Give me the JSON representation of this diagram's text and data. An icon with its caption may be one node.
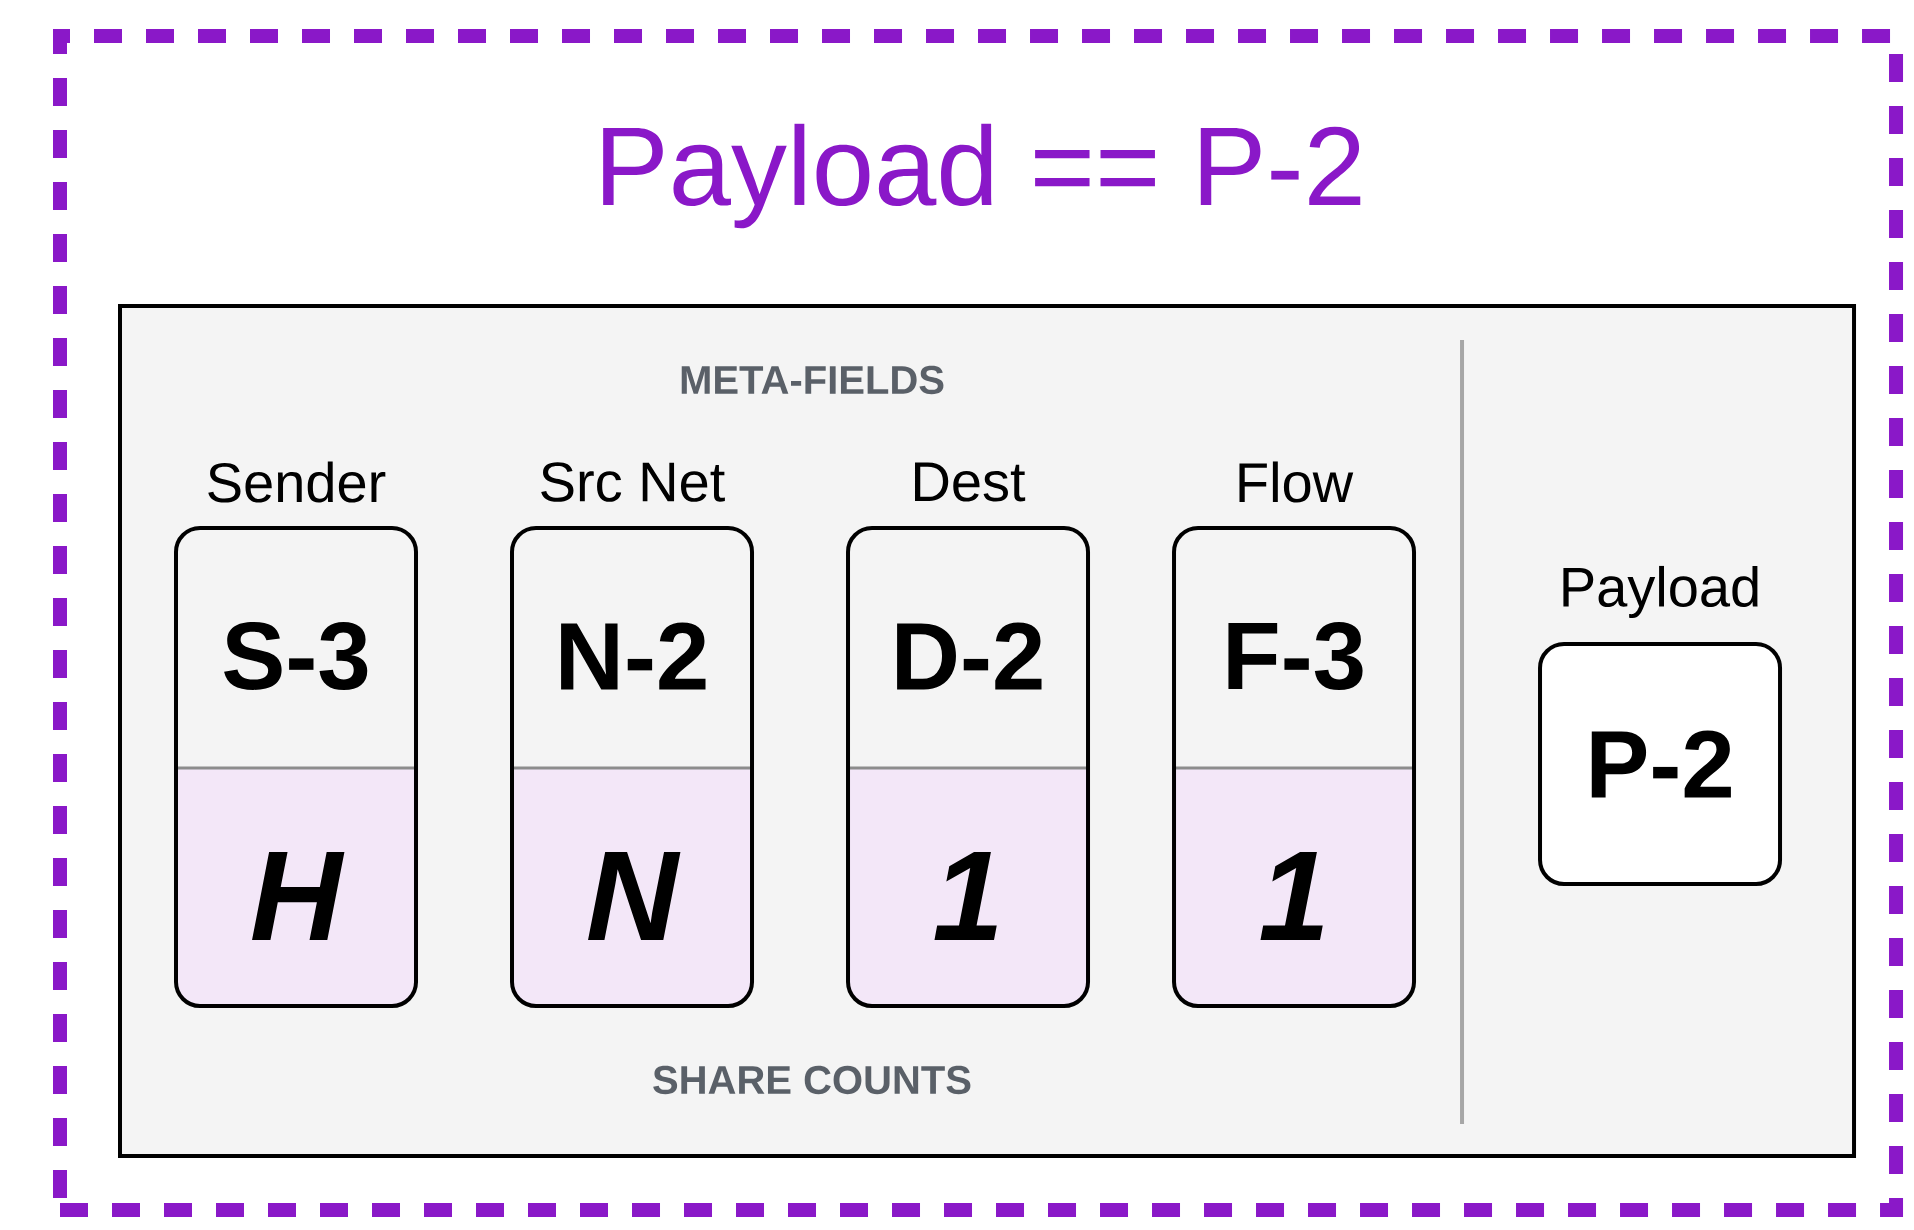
{
  "diagram": {
    "nodes": [
      {
        "text": [
          "Payload == P-2"
        ]
      },
      {
        "text": [
          "META-FIELDS",
          "SHARE COUNTS"
        ],
        "in": 0
      },
      {
        "text": [
          "Sender",
          "S-3",
          "H"
        ],
        "in": 1
      },
      {
        "text": [
          "Src Net",
          "N-2",
          "N"
        ],
        "in": 1
      },
      {
        "text": [
          "Dest",
          "D-2",
          "1"
        ],
        "in": 1
      },
      {
        "text": [
          "Flow",
          "F-3",
          "1"
        ],
        "in": 1
      },
      {
        "text": [
          "Payload",
          "P-2"
        ],
        "in": 1
      }
    ]
  }
}
